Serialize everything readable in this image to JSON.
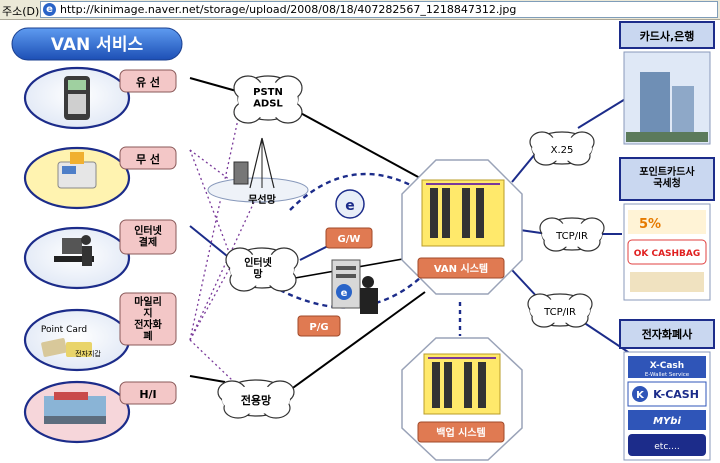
{
  "address_bar": {
    "label": "주소(D)",
    "url": "http://kinimage.naver.net/storage/upload/2008/08/18/407282567_1218847312.jpg"
  },
  "diagram": {
    "title": "VAN 서비스",
    "left_labels": [
      "유 선",
      "무 선",
      "인터넷\n결제",
      "마일리\n지\n전자화\n폐",
      "H/I"
    ],
    "point_card_text": "Point Card",
    "point_card_sub": "전자지갑",
    "clouds": {
      "pstn": "PSTN\nADSL",
      "internet": "인터넷\n망",
      "dedicated": "전용망",
      "x25": "X.25",
      "tcpir1": "TCP/IR",
      "tcpir2": "TCP/IR"
    },
    "wireless_label": "무선망",
    "gw_label": "G/W",
    "pg_label": "P/G",
    "van_system_label": "VAN 시스템",
    "backup_system_label": "백업 시스템",
    "right_panels": [
      {
        "title": "카드사,은행"
      },
      {
        "title": "포인트카드사\n국세청",
        "logos": [
          "5%",
          "OK CASHBAG"
        ]
      },
      {
        "title": "전자화폐사",
        "logos": [
          "X-Cash",
          "E-Wallet Service",
          "K-CASH",
          "MYbi",
          "etc...."
        ]
      }
    ],
    "colors": {
      "title_bg": "#2f6fd1",
      "label_box": "#f3c7c7",
      "system_box": "#e07a52",
      "panel_bg": "#c9d7f0",
      "line_dark": "#000000",
      "line_blue": "#1c2c8a",
      "dotted": "#7a3a9a"
    }
  }
}
